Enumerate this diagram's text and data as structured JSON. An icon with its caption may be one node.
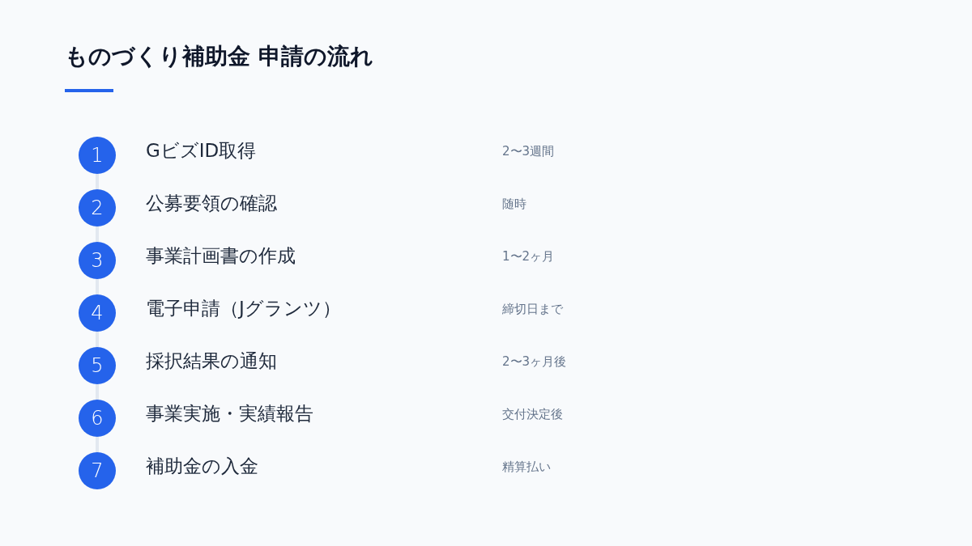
{
  "diagram": {
    "title": "ものづくり補助金 申請の流れ",
    "nodes": [
      {
        "text": [
          "1"
        ],
        "beside": [
          "GビズID取得"
        ]
      },
      {
        "text": [
          "2"
        ],
        "beside": [
          "公募要領の確認"
        ]
      },
      {
        "text": [
          "3"
        ],
        "beside": [
          "事業計画書の作成"
        ]
      },
      {
        "text": [
          "4"
        ],
        "beside": [
          "電子申請（Jグランツ）"
        ]
      },
      {
        "text": [
          "5"
        ],
        "beside": [
          "採択結果の通知"
        ]
      },
      {
        "text": [
          "6"
        ],
        "beside": [
          "事業実施・実績報告"
        ]
      },
      {
        "text": [
          "7"
        ],
        "beside": [
          "補助金の入金"
        ]
      }
    ],
    "edges": [
      {
        "from": 0,
        "to": 1,
        "arrow": "none"
      },
      {
        "from": 1,
        "to": 2,
        "arrow": "none"
      },
      {
        "from": 2,
        "to": 3,
        "arrow": "none"
      },
      {
        "from": 3,
        "to": 4,
        "arrow": "none"
      },
      {
        "from": 4,
        "to": 5,
        "arrow": "none"
      },
      {
        "from": 5,
        "to": 6,
        "arrow": "none"
      }
    ],
    "labels": [
      "2〜3週間",
      "随時",
      "1〜2ヶ月",
      "締切日まで",
      "2〜3ヶ月後",
      "交付決定後",
      "精算払い"
    ]
  }
}
